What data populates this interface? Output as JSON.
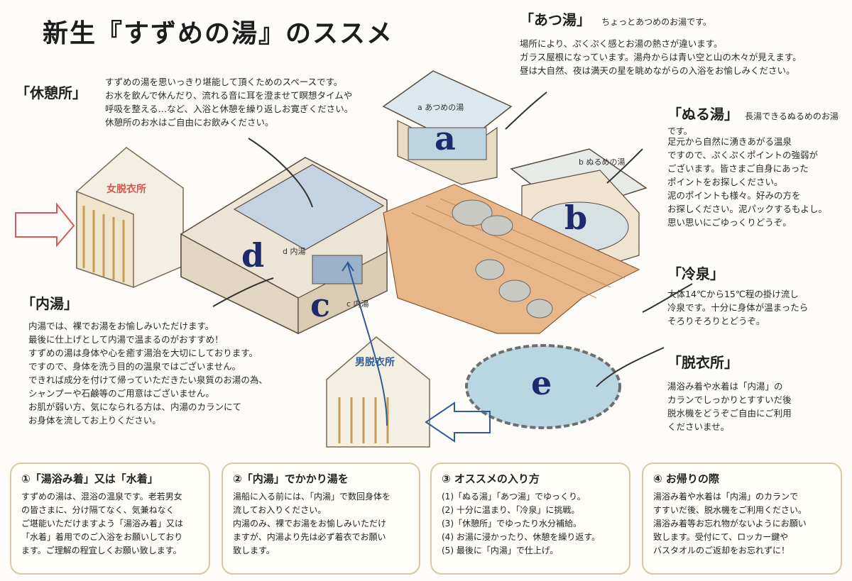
{
  "page": {
    "title": "新生『すずめの湯』のススメ"
  },
  "sections": {
    "atsuyu": {
      "heading": "「あつ湯」",
      "subheading": "ちょっとあつめのお湯です。",
      "lines": [
        "場所により、ぷくぷく感とお湯の熱さが違います。",
        "ガラス屋根になっています。湯舟からは青い空と山の木々が見えます。",
        "昼は大自然、夜は満天の星を眺めながらの入浴をお愉しみください。"
      ]
    },
    "kyukeisho": {
      "heading": "「休憩所」",
      "lines": [
        "すずめの湯を思いっきり堪能して頂くためのスペースです。",
        "お水を飲んで休んだり、流れる音に耳を澄ませて瞑想タイムや",
        "呼吸を整える…など、入浴と休憩を繰り返しお寛ぎください。",
        "休憩所のお水はご自由にお飲みください。"
      ]
    },
    "nuruyu": {
      "heading": "「ぬる湯」",
      "subheading": "長湯できるぬるめのお湯です。",
      "lines": [
        "足元から自然に湧きあがる温泉",
        "ですので、ぷくぷくポイントの強弱が",
        "ございます。皆さまご自身にあった",
        "ポイントをお探しください。",
        "泥のポイントも様々。好みの方を",
        "お探しください。泥パックするもよし。",
        "思い思いにごゆっくりどうぞ。"
      ]
    },
    "reisen": {
      "heading": "「冷泉」",
      "lines": [
        "大体14℃から15℃程の掛け流し",
        "冷泉です。十分に身体が温まったら",
        "そろりそろりとどうぞ。"
      ]
    },
    "uchiyu": {
      "heading": "「内湯」",
      "lines": [
        "内湯では、裸でお湯をお愉しみいただけます。",
        "最後に仕上げとして内湯で温まるのがおすすめ！",
        "すずめの湯は身体や心を癒す湯治を大切にしております。",
        "ですので、身体を洗う目的の温泉ではございません。",
        "できれば成分を付けて帰っていただきたい泉質のお湯の為、",
        "シャンプーや石鹸等のご用意はございません。",
        "お肌が弱い方、気になられる方は、内湯のカランにて",
        "お身体を流してお上りください。"
      ]
    },
    "datsuijo": {
      "heading": "「脱衣所」",
      "lines": [
        "湯浴み着や水着は「内湯」の",
        "カランでしっかりとすすいだ後",
        "脱水機をどうぞご自由にご利用",
        "くださいませ。"
      ]
    }
  },
  "diagram": {
    "markers": [
      "a",
      "b",
      "c",
      "d",
      "e"
    ],
    "room_labels": {
      "women": "女脱衣所",
      "men": "男脱衣所"
    },
    "small_labels": {
      "a": "a あつめの湯",
      "b": "b ぬるめの湯",
      "c": "c 内湯",
      "d": "d 内湯"
    }
  },
  "panels": [
    {
      "title": "①「湯浴み着」又は「水着」",
      "lines": [
        "すずめの湯は、混浴の温泉です。老若男女",
        "の皆さまに、分け隔てなく、気兼ねなく",
        "ご堪能いただけますよう「湯浴み着」又は",
        "「水着」着用でのご入浴をお願いしており",
        "ます。ご理解の程宜しくお願い致します。"
      ]
    },
    {
      "title": "②「内湯」でかかり湯を",
      "lines": [
        "湯船に入る前には、「内湯」で数回身体を",
        "流してお入りください。",
        "内湯のみ、裸でお湯をお愉しみいただけ",
        "ますが、内湯より先は必ず着衣でお願い",
        "致します。"
      ]
    },
    {
      "title": "③ オススメの入り方",
      "lines": [
        "(1)「ぬる湯」「あつ湯」でゆっくり。",
        "(2) 十分に温まり、「冷泉」に挑戦。",
        "(3)「休憩所」でゆったり水分補給。",
        "(4) お湯に浸かったり、休憩を繰り返す。",
        "(5) 最後に「内湯」で仕上げ。"
      ]
    },
    {
      "title": "④ お帰りの際",
      "lines": [
        "湯浴み着や水着は「内湯」のカランで",
        "すすいだ後、脱水機をご利用ください。",
        "湯浴み着等お忘れ物がないようにお願い",
        "致します。受付にて、ロッカー鍵や",
        "バスタオルのご返却をお忘れずに！"
      ]
    }
  ]
}
